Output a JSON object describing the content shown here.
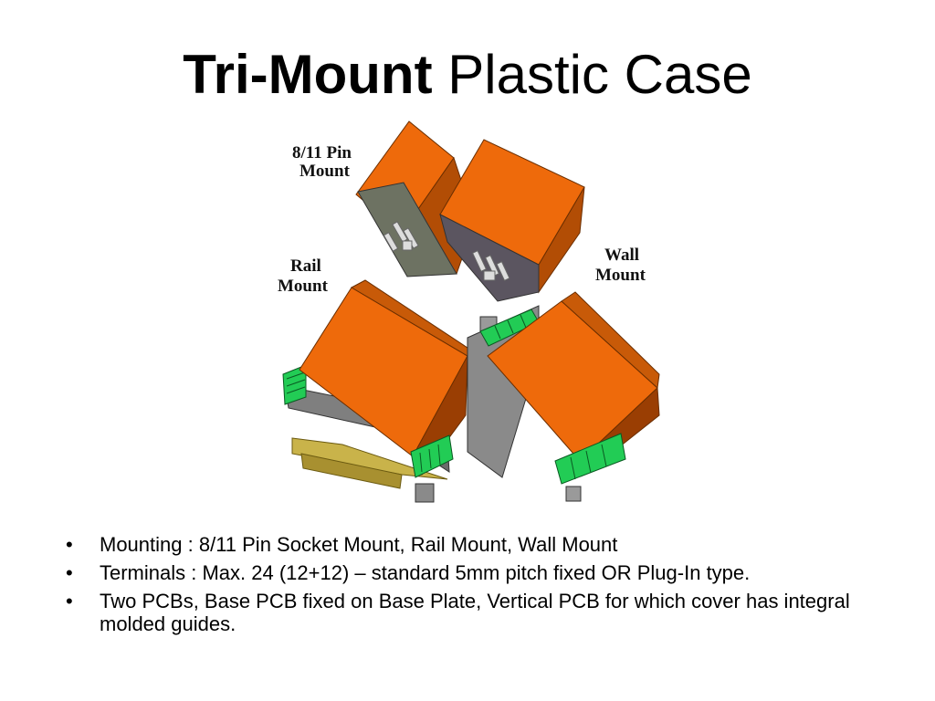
{
  "title": {
    "bold": "Tri-Mount",
    "rest": " Plastic Case"
  },
  "labels": {
    "pin_line1": "8/11 Pin",
    "pin_line2": "Mount",
    "rail_line1": "Rail",
    "rail_line2": "Mount",
    "wall_line1": "Wall",
    "wall_line2": "Mount"
  },
  "bullets": [
    "Mounting : 8/11 Pin Socket Mount, Rail Mount, Wall Mount",
    "Terminals : Max. 24 (12+12) – standard 5mm pitch fixed OR Plug-In type.",
    "Two PCBs, Base PCB fixed on Base Plate, Vertical PCB for which cover has integral molded guides."
  ],
  "colors": {
    "case_front": "#ee6a0b",
    "case_side": "#a94a05",
    "case_top": "#c85a08",
    "base_plate": "#8a8a8a",
    "terminal": "#22cc55",
    "rail": "#c9b34a"
  }
}
